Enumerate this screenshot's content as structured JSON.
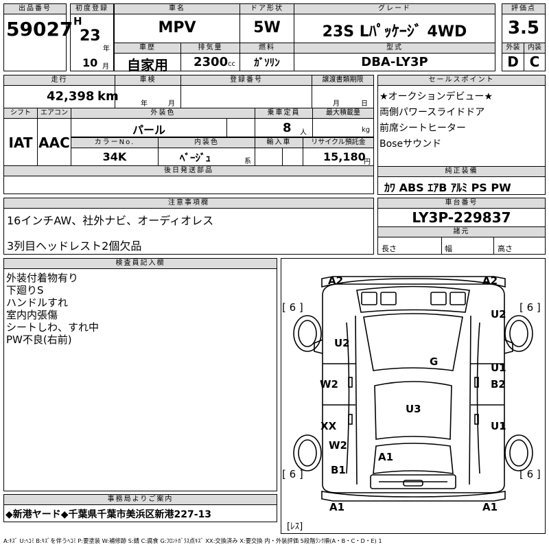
{
  "row1": {
    "lot_hdr": "出品番号",
    "lot": "59027",
    "first_reg_hdr": "初度登録",
    "era": "H",
    "reg_year": "23",
    "year_unit": "年",
    "reg_month": "10",
    "month_unit": "月",
    "name_hdr": "車名",
    "name": "MPV",
    "door_hdr": "ドア形状",
    "door": "5W",
    "grade_hdr": "グレード",
    "grade": "23S Lﾊﾟｯｹｰｼﾞ 4WD",
    "score_hdr": "評価点",
    "score": "3.5",
    "history_hdr": "車歴",
    "history": "自家用",
    "displacement_hdr": "排気量",
    "displacement": "2300",
    "displacement_unit": "cc",
    "fuel_hdr": "燃料",
    "fuel": "ｶﾞｿﾘﾝ",
    "model_hdr": "型式",
    "model": "DBA-LY3P",
    "ext_hdr": "外装",
    "ext": "D",
    "int_hdr": "内装",
    "int": "C"
  },
  "row2": {
    "mileage_hdr": "走行",
    "mileage": "42,398",
    "mileage_unit": "km",
    "inspection_hdr": "車検",
    "insp_year_unit": "年",
    "insp_month_unit": "月",
    "plate_hdr": "登録番号",
    "transfer_hdr": "譲渡書類期限",
    "transfer_month_unit": "月",
    "transfer_day_unit": "日",
    "shift_hdr": "シフト",
    "shift": "IAT",
    "ac_hdr": "エアコン",
    "ac": "AAC",
    "color_hdr": "外装色",
    "color": "パール",
    "capacity_hdr": "乗車定員",
    "capacity": "8",
    "capacity_unit": "人",
    "load_hdr": "最大積載量",
    "load_unit": "kg",
    "colorno_hdr": "カラーNo.",
    "colorno": "34K",
    "intcolor_hdr": "内装色",
    "intcolor": "ﾍﾞｰｼﾞｭ",
    "intcolor_suffix": "系",
    "import_hdr": "輸入車",
    "recycle_hdr": "リサイクル預託金",
    "recycle": "15,180",
    "recycle_unit": "円",
    "later_hdr": "後日発送部品"
  },
  "sales": {
    "hdr": "セールスポイント",
    "lines": [
      "★オークションデビュー★",
      "両側パワースライドドア",
      "前席シートヒーター",
      "Boseサウンド"
    ]
  },
  "equipment": {
    "hdr": "純正装備",
    "value": "ｶﾜ ABS ｴｱB ｱﾙﾐ PS PW"
  },
  "notes": {
    "hdr": "注意事項欄",
    "lines": [
      "16インチAW、社外ナビ、オーディオレス",
      "3列目ヘッドレスト2個欠品"
    ]
  },
  "chassis": {
    "hdr": "車台番号",
    "value": "LY3P-229837"
  },
  "dims": {
    "hdr": "諸元",
    "length": "長さ",
    "width": "幅",
    "height": "高さ"
  },
  "inspector": {
    "hdr": "検査員記入欄",
    "lines": [
      "外装付着物有り",
      "下廻りS",
      "ハンドルすれ",
      "室内内張傷",
      "シートしわ、すれ中",
      "PW不良(右前)"
    ]
  },
  "office": {
    "hdr": "事務局よりご案内",
    "value": "◆新港ヤード◆千葉県千葉市美浜区新港227-13"
  },
  "diagram": {
    "marks": {
      "a2_left": "A2",
      "a2_right": "A2",
      "tire_fl": "[ 6 ]",
      "tire_fr": "[ 6 ]",
      "tire_rl": "[ 6 ]",
      "tire_rr": "[ 6 ]",
      "u2_right": "U2",
      "u2_left": "U2",
      "g": "G",
      "u1_right_top": "U1",
      "w2_left": "W2",
      "b2_right": "B2",
      "u3": "U3",
      "xx": "XX",
      "u1_right_bottom": "U1",
      "w2_left_lower": "W2",
      "a1_center": "A1",
      "b1_left": "B1",
      "a1_left": "A1",
      "a1_right": "A1",
      "resu": "[ﾚｽ]"
    }
  },
  "legend": "A:ｷｽﾞ U:ﾍｺﾐ B:ｷｽﾞを伴うﾍｺﾐ P:要塗装 W:補修跡 S:錆 C:腐食 G:ﾌﾛﾝﾄｶﾞﾗｽ点ｷｽﾞ XX:交換済み X:要交換  内・外装評価  5段階ﾗﾝｸ順(A・B・C・D・E) 1"
}
